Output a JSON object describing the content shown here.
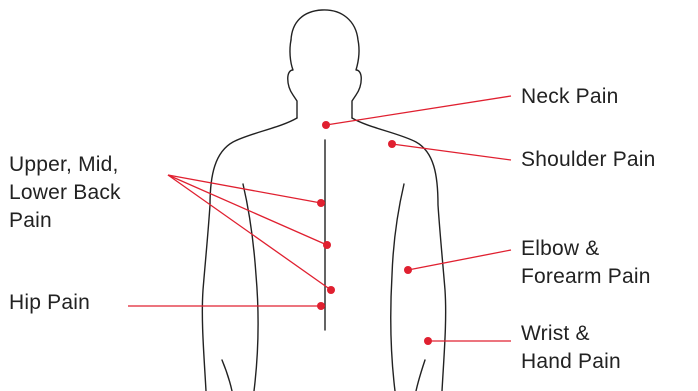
{
  "labels": {
    "neck": "Neck Pain",
    "shoulder": "Shoulder Pain",
    "back": "Upper, Mid,\nLower Back\nPain",
    "elbow": "Elbow &\nForearm Pain",
    "hip": "Hip Pain",
    "wrist": "Wrist &\nHand Pain"
  },
  "colors": {
    "marker": "#e02030",
    "outline": "#222222",
    "text": "#222222"
  }
}
